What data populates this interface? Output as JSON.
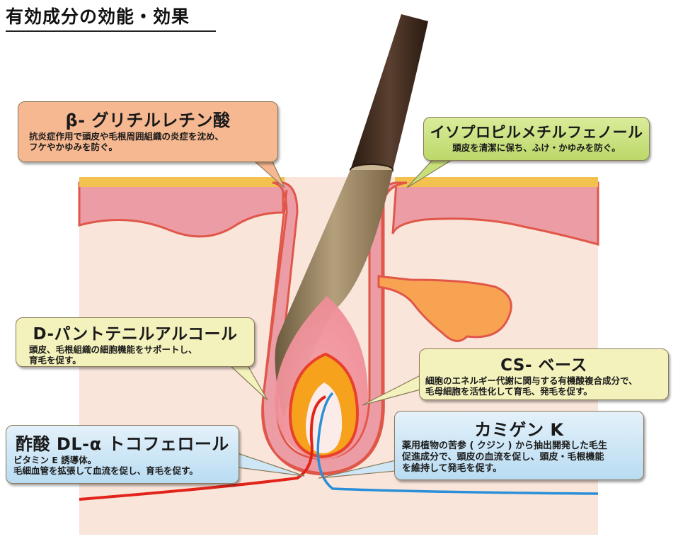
{
  "title": "有効成分の効能・効果",
  "callouts": {
    "beta": {
      "name": "β- グリチルレチン酸",
      "desc1": "抗炎症作用で頭皮や毛根周囲組織の炎症を沈め、",
      "desc2": "フケやかゆみを防ぐ。"
    },
    "iso": {
      "name": "イソプロピルメチルフェノール",
      "desc1": "頭皮を清潔に保ち、ふけ・かゆみを防ぐ。"
    },
    "dpan": {
      "name": "D-パントテニルアルコール",
      "desc1": "頭皮、毛根組織の細胞機能をサポートし、",
      "desc2": "育毛を促す。"
    },
    "cs": {
      "name": "CS- ベース",
      "desc1": "細胞のエネルギー代謝に関与する有機酸複合成分で、",
      "desc2": "毛母細胞を活性化して育毛、発毛を促す。"
    },
    "toco": {
      "name": "酢酸 DL-α トコフェロール",
      "desc1": "ビタミン E 誘導体。",
      "desc2": "毛細血管を拡張して血流を促し、育毛を促す。"
    },
    "kami": {
      "name": "カミゲン K",
      "desc1": "薬用植物の苦参 ( クジン ) から抽出開発した毛生",
      "desc2": "促進成分で、頭皮の血流を促し、頭皮・毛根機能",
      "desc3": "を維持して発毛を促す。"
    }
  },
  "colors": {
    "beta": "#f6b891",
    "iso": "#c8e07a",
    "yellow": "#f4f2bc",
    "blue": "#cfe6f6",
    "artery": "#e2231a",
    "vein": "#2a8fd8"
  }
}
